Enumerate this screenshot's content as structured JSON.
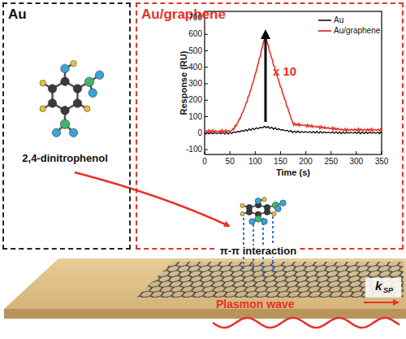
{
  "diagram": {
    "nodes": [
      {
        "text": [
          "Au"
        ]
      },
      {
        "text": [
          "Au/graphene"
        ]
      }
    ],
    "labels": [
      "2,4-dinitrophenol",
      "700",
      "600",
      "500",
      "400",
      "300",
      "200",
      "100",
      "0",
      "-100",
      "Response (RU)",
      "0",
      "50",
      "100",
      "150",
      "200",
      "250",
      "300",
      "350",
      "Time (s)",
      "x 10",
      "π-π interaction",
      "Plasmon wave",
      "k",
      "SP"
    ],
    "legend": [
      {
        "text": "Au"
      },
      {
        "text": "Au/graphene"
      }
    ]
  }
}
